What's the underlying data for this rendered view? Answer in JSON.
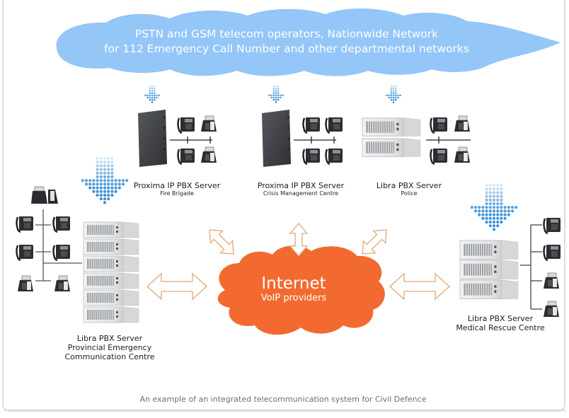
{
  "colors": {
    "pstn_cloud": "#94c6f8",
    "internet_cloud": "#f26a2f",
    "arrow_outline": "#e0a878",
    "download_arrow": "#3a8fd6",
    "caption_text": "#6e6e6e",
    "frame_border": "#dcdcdc"
  },
  "pstn_cloud": {
    "line1": "PSTN and GSM telecom operators, Nationwide Network",
    "line2": "for 112 Emergency Call Number and other departmental networks"
  },
  "internet_cloud": {
    "title": "Internet",
    "subtitle": "VoIP providers"
  },
  "nodes": [
    {
      "id": "fire-brigade",
      "server": "Proxima IP PBX Server",
      "site": "Fire Brigade",
      "server_type": "proxima",
      "phones": 4
    },
    {
      "id": "crisis-management",
      "server": "Proxima IP PBX Server",
      "site": "Crisis Management Centre",
      "server_type": "proxima",
      "phones": 4
    },
    {
      "id": "police",
      "server": "Libra PBX Server",
      "site": "Police",
      "server_type": "libra-2",
      "phones": 4
    },
    {
      "id": "provincial-emergency",
      "server": "Libra PBX Server",
      "site_line1": "Provincial Emergency",
      "site_line2": "Communication Centre",
      "server_type": "libra-6",
      "phones": 7
    },
    {
      "id": "medical-rescue",
      "server": "Libra PBX Server",
      "site": "Medical Rescue Centre",
      "server_type": "libra-3",
      "phones": 4
    }
  ],
  "caption": "An example of an integrated telecommunication system for Civil Defence"
}
